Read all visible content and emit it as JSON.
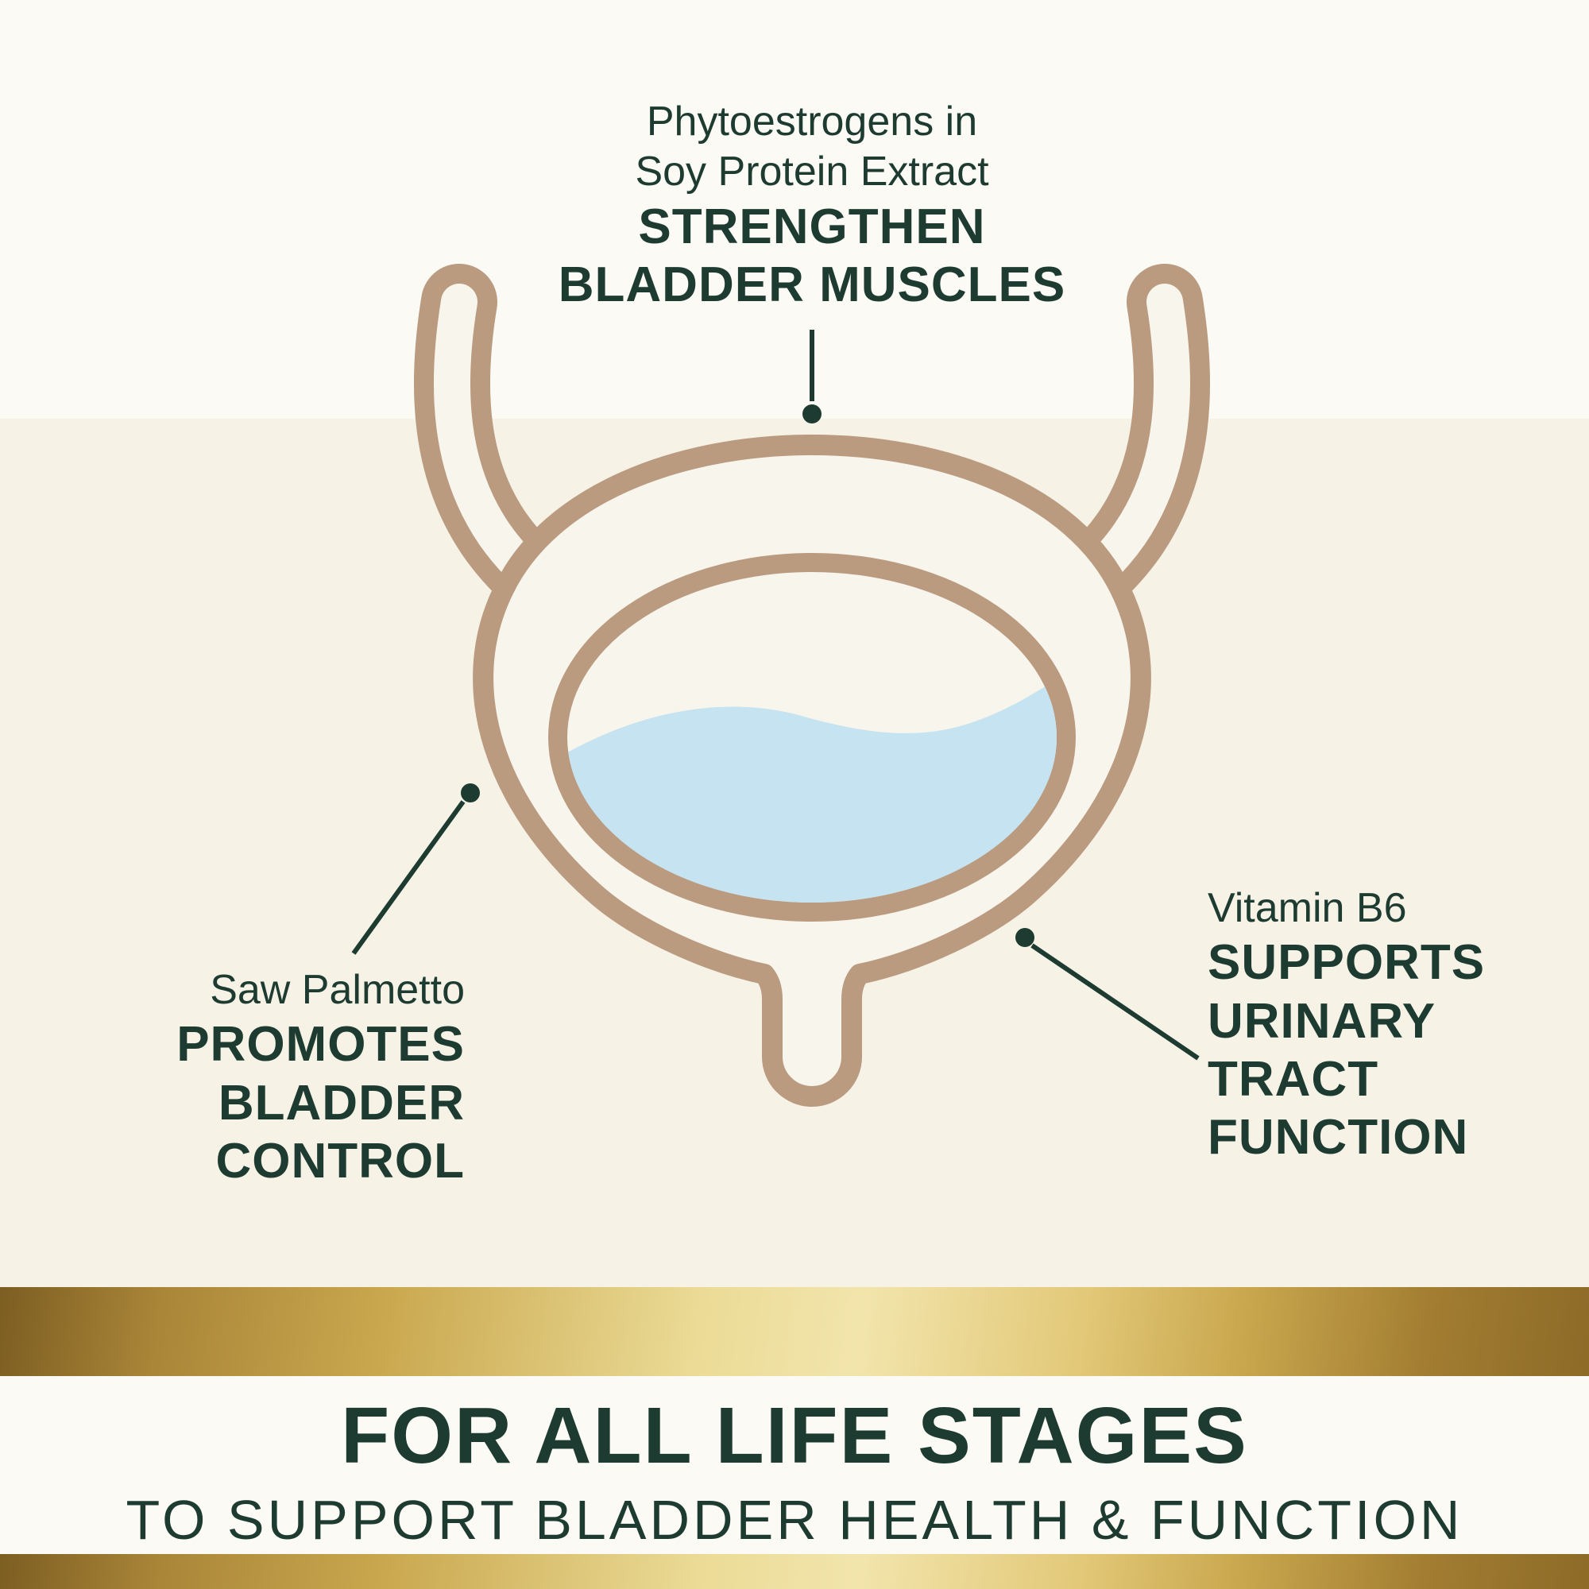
{
  "colors": {
    "bg_main": "#F6F2E6",
    "bg_light": "#FCFAF4",
    "fill": "#F8F5EC",
    "outline": "#BA9B80",
    "liquid": "#C5E3F0",
    "text_dark": "#1D3B31",
    "gold_dark": "#8D6B28",
    "gold_mid": "#C9A74E",
    "gold_light": "#F2E5AC"
  },
  "icons": {
    "diagram": "bladder-illustration-icon"
  },
  "annotations": {
    "top": {
      "intro": [
        "Phytoestrogens in",
        "Soy Protein Extract"
      ],
      "emphasis": [
        "STRENGTHEN",
        "BLADDER MUSCLES"
      ]
    },
    "left": {
      "intro": [
        "Saw Palmetto"
      ],
      "emphasis": [
        "PROMOTES",
        "BLADDER",
        "CONTROL"
      ]
    },
    "right": {
      "intro": [
        "Vitamin B6"
      ],
      "emphasis": [
        "SUPPORTS",
        "URINARY",
        "TRACT",
        "FUNCTION"
      ]
    }
  },
  "banner": {
    "title": "FOR ALL LIFE STAGES",
    "subtitle": "TO SUPPORT BLADDER HEALTH & FUNCTION"
  }
}
